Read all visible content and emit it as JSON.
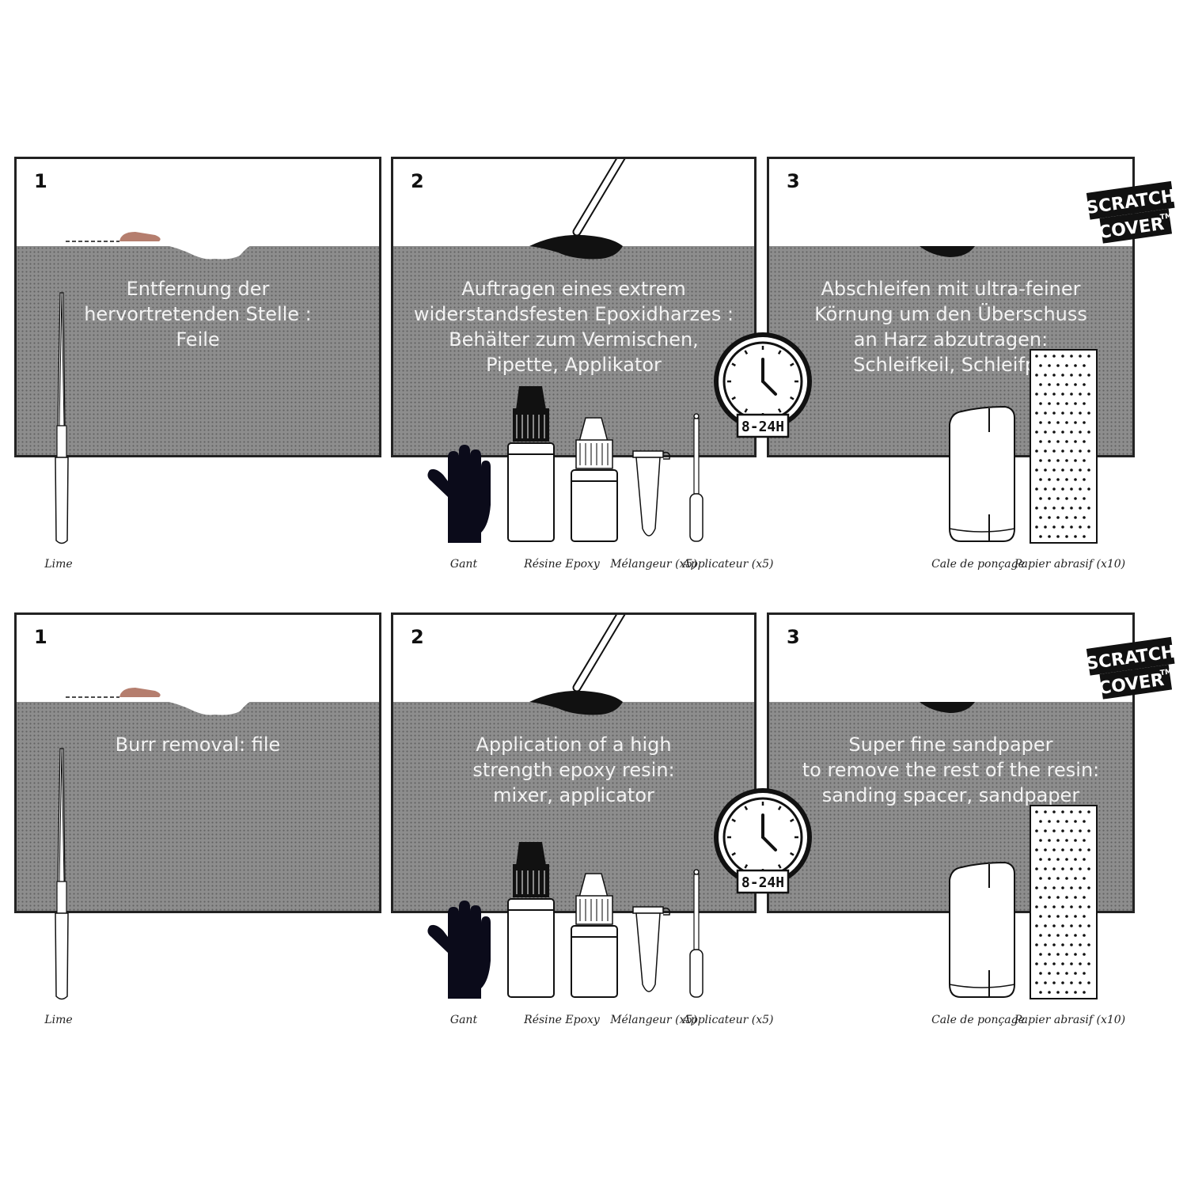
{
  "rows": [
    {
      "panels": [
        {
          "number": "1",
          "caption": "Entfernung der\nhervortretenden Stelle :\nFeile"
        },
        {
          "number": "2",
          "caption": "Auftragen eines extrem\nwiderstandsfesten Epoxidharzes :\nBehälter zum Vermischen,\nPipette, Applikator"
        },
        {
          "number": "3",
          "caption": "Abschleifen mit ultra-feiner\nKörnung um den Überschuss\nan Harz abzutragen:\nSchleifkeil, Schleifpa"
        }
      ],
      "timer": "8-24H",
      "logo": {
        "line1": "SCRATCH",
        "line2": "COVER",
        "tm": "TM"
      },
      "labels": {
        "file": "Lime",
        "glove": "Gant",
        "resin": "Résine Epoxy",
        "mixer": "Mélangeur (x5)",
        "applicator": "Applicateur (x5)",
        "block": "Cale de ponçage",
        "paper": "Papier abrasif (x10)"
      }
    },
    {
      "panels": [
        {
          "number": "1",
          "caption": "Burr removal: file"
        },
        {
          "number": "2",
          "caption": "Application of a high\nstrength epoxy resin:\nmixer, applicator"
        },
        {
          "number": "3",
          "caption": "Super fine sandpaper\nto remove the rest of the resin:\nsanding spacer, sandpaper"
        }
      ],
      "timer": "8-24H",
      "logo": {
        "line1": "SCRATCH",
        "line2": "COVER",
        "tm": "TM"
      },
      "labels": {
        "file": "Lime",
        "glove": "Gant",
        "resin": "Résine Epoxy",
        "mixer": "Mélangeur (x5)",
        "applicator": "Applicateur (x5)",
        "block": "Cale de ponçage",
        "paper": "Papier abrasif (x10)"
      }
    }
  ],
  "colors": {
    "ground": "#8d8d8d",
    "frame": "#222222",
    "burr": "#b57e6e",
    "resin": "#111111"
  }
}
